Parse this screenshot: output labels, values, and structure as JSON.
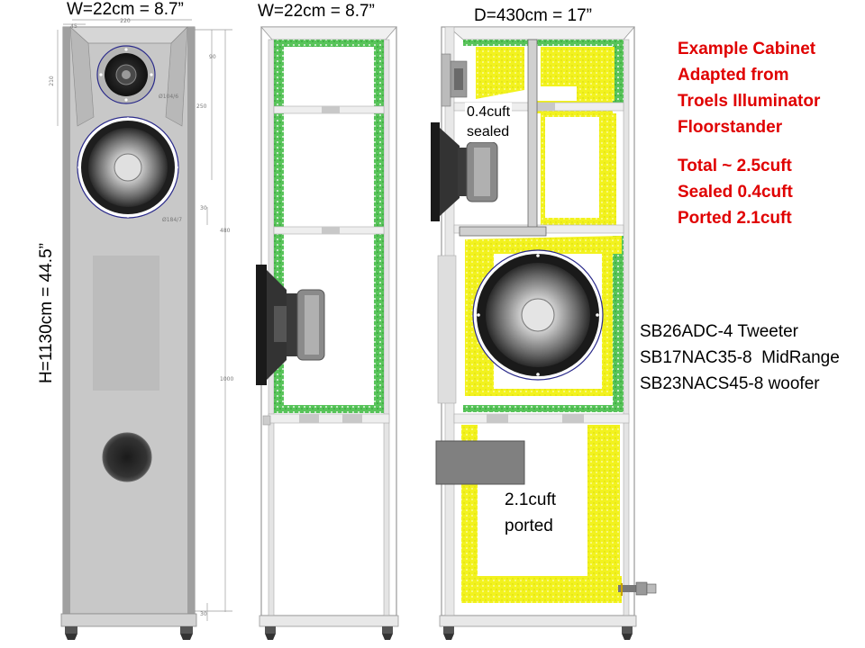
{
  "labels": {
    "front_width": "W=22cm = 8.7”",
    "side_width": "W=22cm = 8.7”",
    "depth": "D=430cm = 17”",
    "height": "H=1130cm = 44.5”",
    "sealed_volume": [
      "0.4cuft",
      "sealed"
    ],
    "ported_volume": [
      "2.1cuft",
      "ported"
    ]
  },
  "notes": {
    "title_lines": [
      "Example Cabinet",
      "Adapted from",
      "Troels Illuminator",
      "Floorstander"
    ],
    "volume_lines": [
      "Total ~ 2.5cuft",
      "Sealed 0.4cuft",
      "Ported 2.1cuft"
    ],
    "color": "#e00000"
  },
  "drivers": [
    "SB26ADC-4 Tweeter",
    "SB17NAC35-8  MidRange",
    "SB23NACS45-8 woofer"
  ],
  "drawing_annotations": {
    "top_width": "220",
    "offset": "45",
    "top_height": "210",
    "tweeter_size": "Ø104/6",
    "mid_size": "Ø184/7",
    "d90": "90",
    "d250": "250",
    "d30": "30",
    "d480": "480",
    "d1000": "1000",
    "d30b": "30"
  },
  "colors": {
    "cabinet_front": "#c8c8c8",
    "damping_green": "#3cb043",
    "damping_yellow": "#f2f21e",
    "port_box": "#7f7f7f"
  }
}
